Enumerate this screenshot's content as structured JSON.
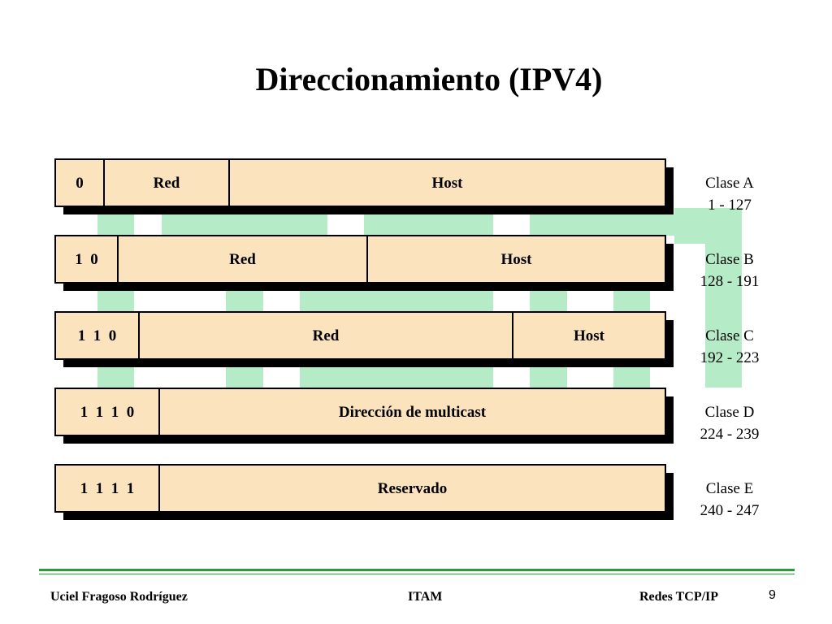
{
  "title": "Direccionamiento (IPV4)",
  "colors": {
    "box_fill": "#fbe3be",
    "connector": "#b5ebc7",
    "shadow": "#000000",
    "footer_rule": "#2e9a3c"
  },
  "classes": [
    {
      "segments": [
        "0",
        "Red",
        "Host"
      ],
      "name": "Clase A",
      "range": "1 - 127"
    },
    {
      "segments": [
        "1  0",
        "Red",
        "Host"
      ],
      "name": "Clase B",
      "range": "128 - 191"
    },
    {
      "segments": [
        "1  1  0",
        "Red",
        "Host"
      ],
      "name": "Clase C",
      "range": "192 - 223"
    },
    {
      "segments": [
        "1  1  1  0",
        "Dirección de multicast"
      ],
      "name": "Clase D",
      "range": "224 - 239"
    },
    {
      "segments": [
        "1  1  1  1",
        "Reservado"
      ],
      "name": "Clase E",
      "range": "240 - 247"
    }
  ],
  "footer": {
    "author": "Uciel Fragoso Rodríguez",
    "institution": "ITAM",
    "course": "Redes TCP/IP",
    "page": "9"
  }
}
